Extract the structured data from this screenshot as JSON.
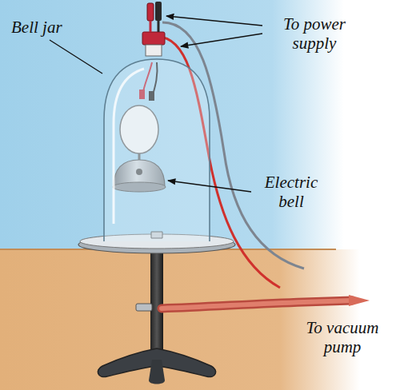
{
  "diagram": {
    "labels": [
      "Bell jar",
      "To power supply",
      "Electric bell",
      "To vacuum pump"
    ]
  }
}
